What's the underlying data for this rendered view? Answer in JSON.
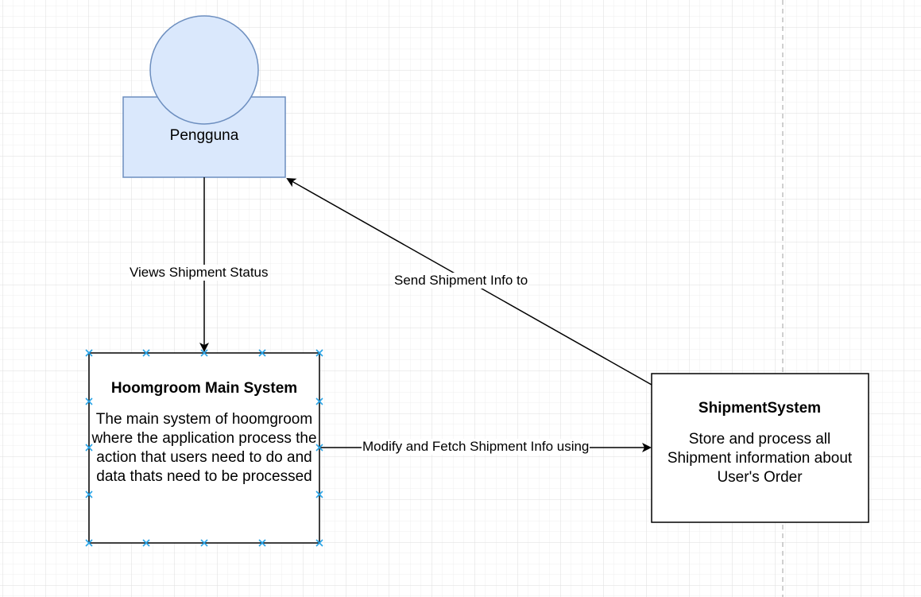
{
  "nodes": {
    "user": {
      "label": "Pengguna"
    },
    "main": {
      "title": "Hoomgroom Main System",
      "description": "The main system of hoomgroom where the application process the action that users need to do and data thats need to be processed"
    },
    "shipment": {
      "title": "ShipmentSystem",
      "description": "Store and process all Shipment information about User's Order"
    }
  },
  "edges": {
    "views": "Views Shipment Status",
    "send": "Send Shipment Info to",
    "modify": "Modify and Fetch Shipment Info using"
  },
  "colors": {
    "actor_fill": "#dae8fc",
    "actor_stroke": "#6c8ebf",
    "selection_handle": "#29a3e6",
    "grid": "#e8e8e8"
  }
}
